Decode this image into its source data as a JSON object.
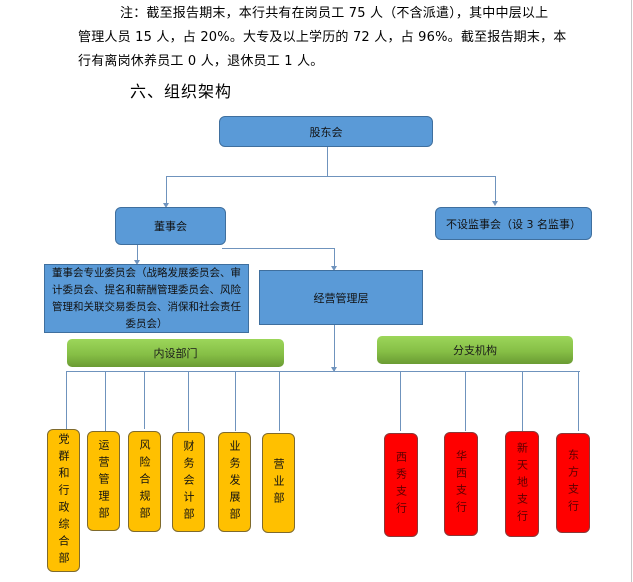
{
  "text": {
    "paragraph_lines": [
      "注：截至报告期末，本行共有在岗员工 75 人（不含派遣），其中中层以上",
      "管理人员 15 人，占 20%。大专及以上学历的 72 人，占 96%。截至报告期末，本",
      "行有离岗休养员工 0 人，退休员工 1 人。"
    ],
    "section_heading": "六、组织架构"
  },
  "org_chart": {
    "shareholders": "股东会",
    "board": "董事会",
    "supervisors": "不设监事会（设 3 名监事）",
    "committees": "董事会专业委员会（战略发展委员会、审计委员会、提名和薪酬管理委员会、风险管理和关联交易委员会、消保和社会责任委员会）",
    "management": "经营管理层",
    "internal_departments_label": "内设部门",
    "branches_label": "分支机构",
    "departments": [
      "党群和行政综合部",
      "运营管理部",
      "风险合规部",
      "财务会计部",
      "业务发展部",
      "营业部"
    ],
    "branches": [
      "西秀支行",
      "华西支行",
      "新天地支行",
      "东方支行"
    ]
  },
  "colors": {
    "blue_box": "#5a9ad7",
    "green_bar": "#86bf46",
    "department": "#ffc000",
    "branch": "#ff0000",
    "connector": "#6f93bd"
  }
}
